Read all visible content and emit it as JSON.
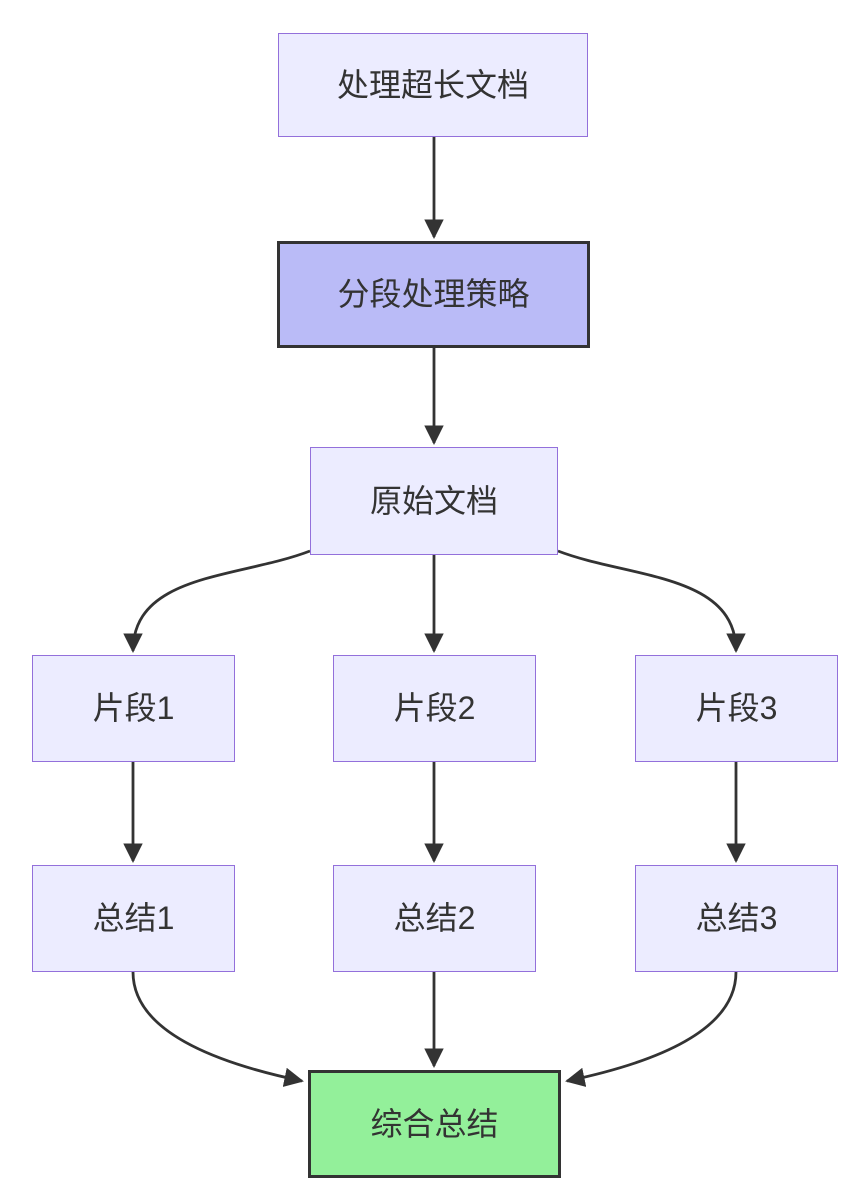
{
  "diagram": {
    "type": "flowchart",
    "direction": "top-down",
    "nodes": {
      "task": {
        "label": "处理超长文档",
        "style": "default"
      },
      "strategy": {
        "label": "分段处理策略",
        "style": "highlight"
      },
      "original": {
        "label": "原始文档",
        "style": "default"
      },
      "frag1": {
        "label": "片段1",
        "style": "default"
      },
      "frag2": {
        "label": "片段2",
        "style": "default"
      },
      "frag3": {
        "label": "片段3",
        "style": "default"
      },
      "sum1": {
        "label": "总结1",
        "style": "default"
      },
      "sum2": {
        "label": "总结2",
        "style": "default"
      },
      "sum3": {
        "label": "总结3",
        "style": "default"
      },
      "final": {
        "label": "综合总结",
        "style": "final"
      }
    },
    "edges": [
      {
        "from": "task",
        "to": "strategy"
      },
      {
        "from": "strategy",
        "to": "original"
      },
      {
        "from": "original",
        "to": "frag1"
      },
      {
        "from": "original",
        "to": "frag2"
      },
      {
        "from": "original",
        "to": "frag3"
      },
      {
        "from": "frag1",
        "to": "sum1"
      },
      {
        "from": "frag2",
        "to": "sum2"
      },
      {
        "from": "frag3",
        "to": "sum3"
      },
      {
        "from": "sum1",
        "to": "final"
      },
      {
        "from": "sum2",
        "to": "final"
      },
      {
        "from": "sum3",
        "to": "final"
      }
    ],
    "colors": {
      "background": "#FFFFFF",
      "node_fill": "#ECECFF",
      "node_border": "#9370DB",
      "highlight_fill": "#BABBF7",
      "highlight_border": "#333333",
      "final_fill": "#93F09A",
      "final_border": "#333333",
      "edge": "#333333",
      "text": "#333333"
    }
  }
}
